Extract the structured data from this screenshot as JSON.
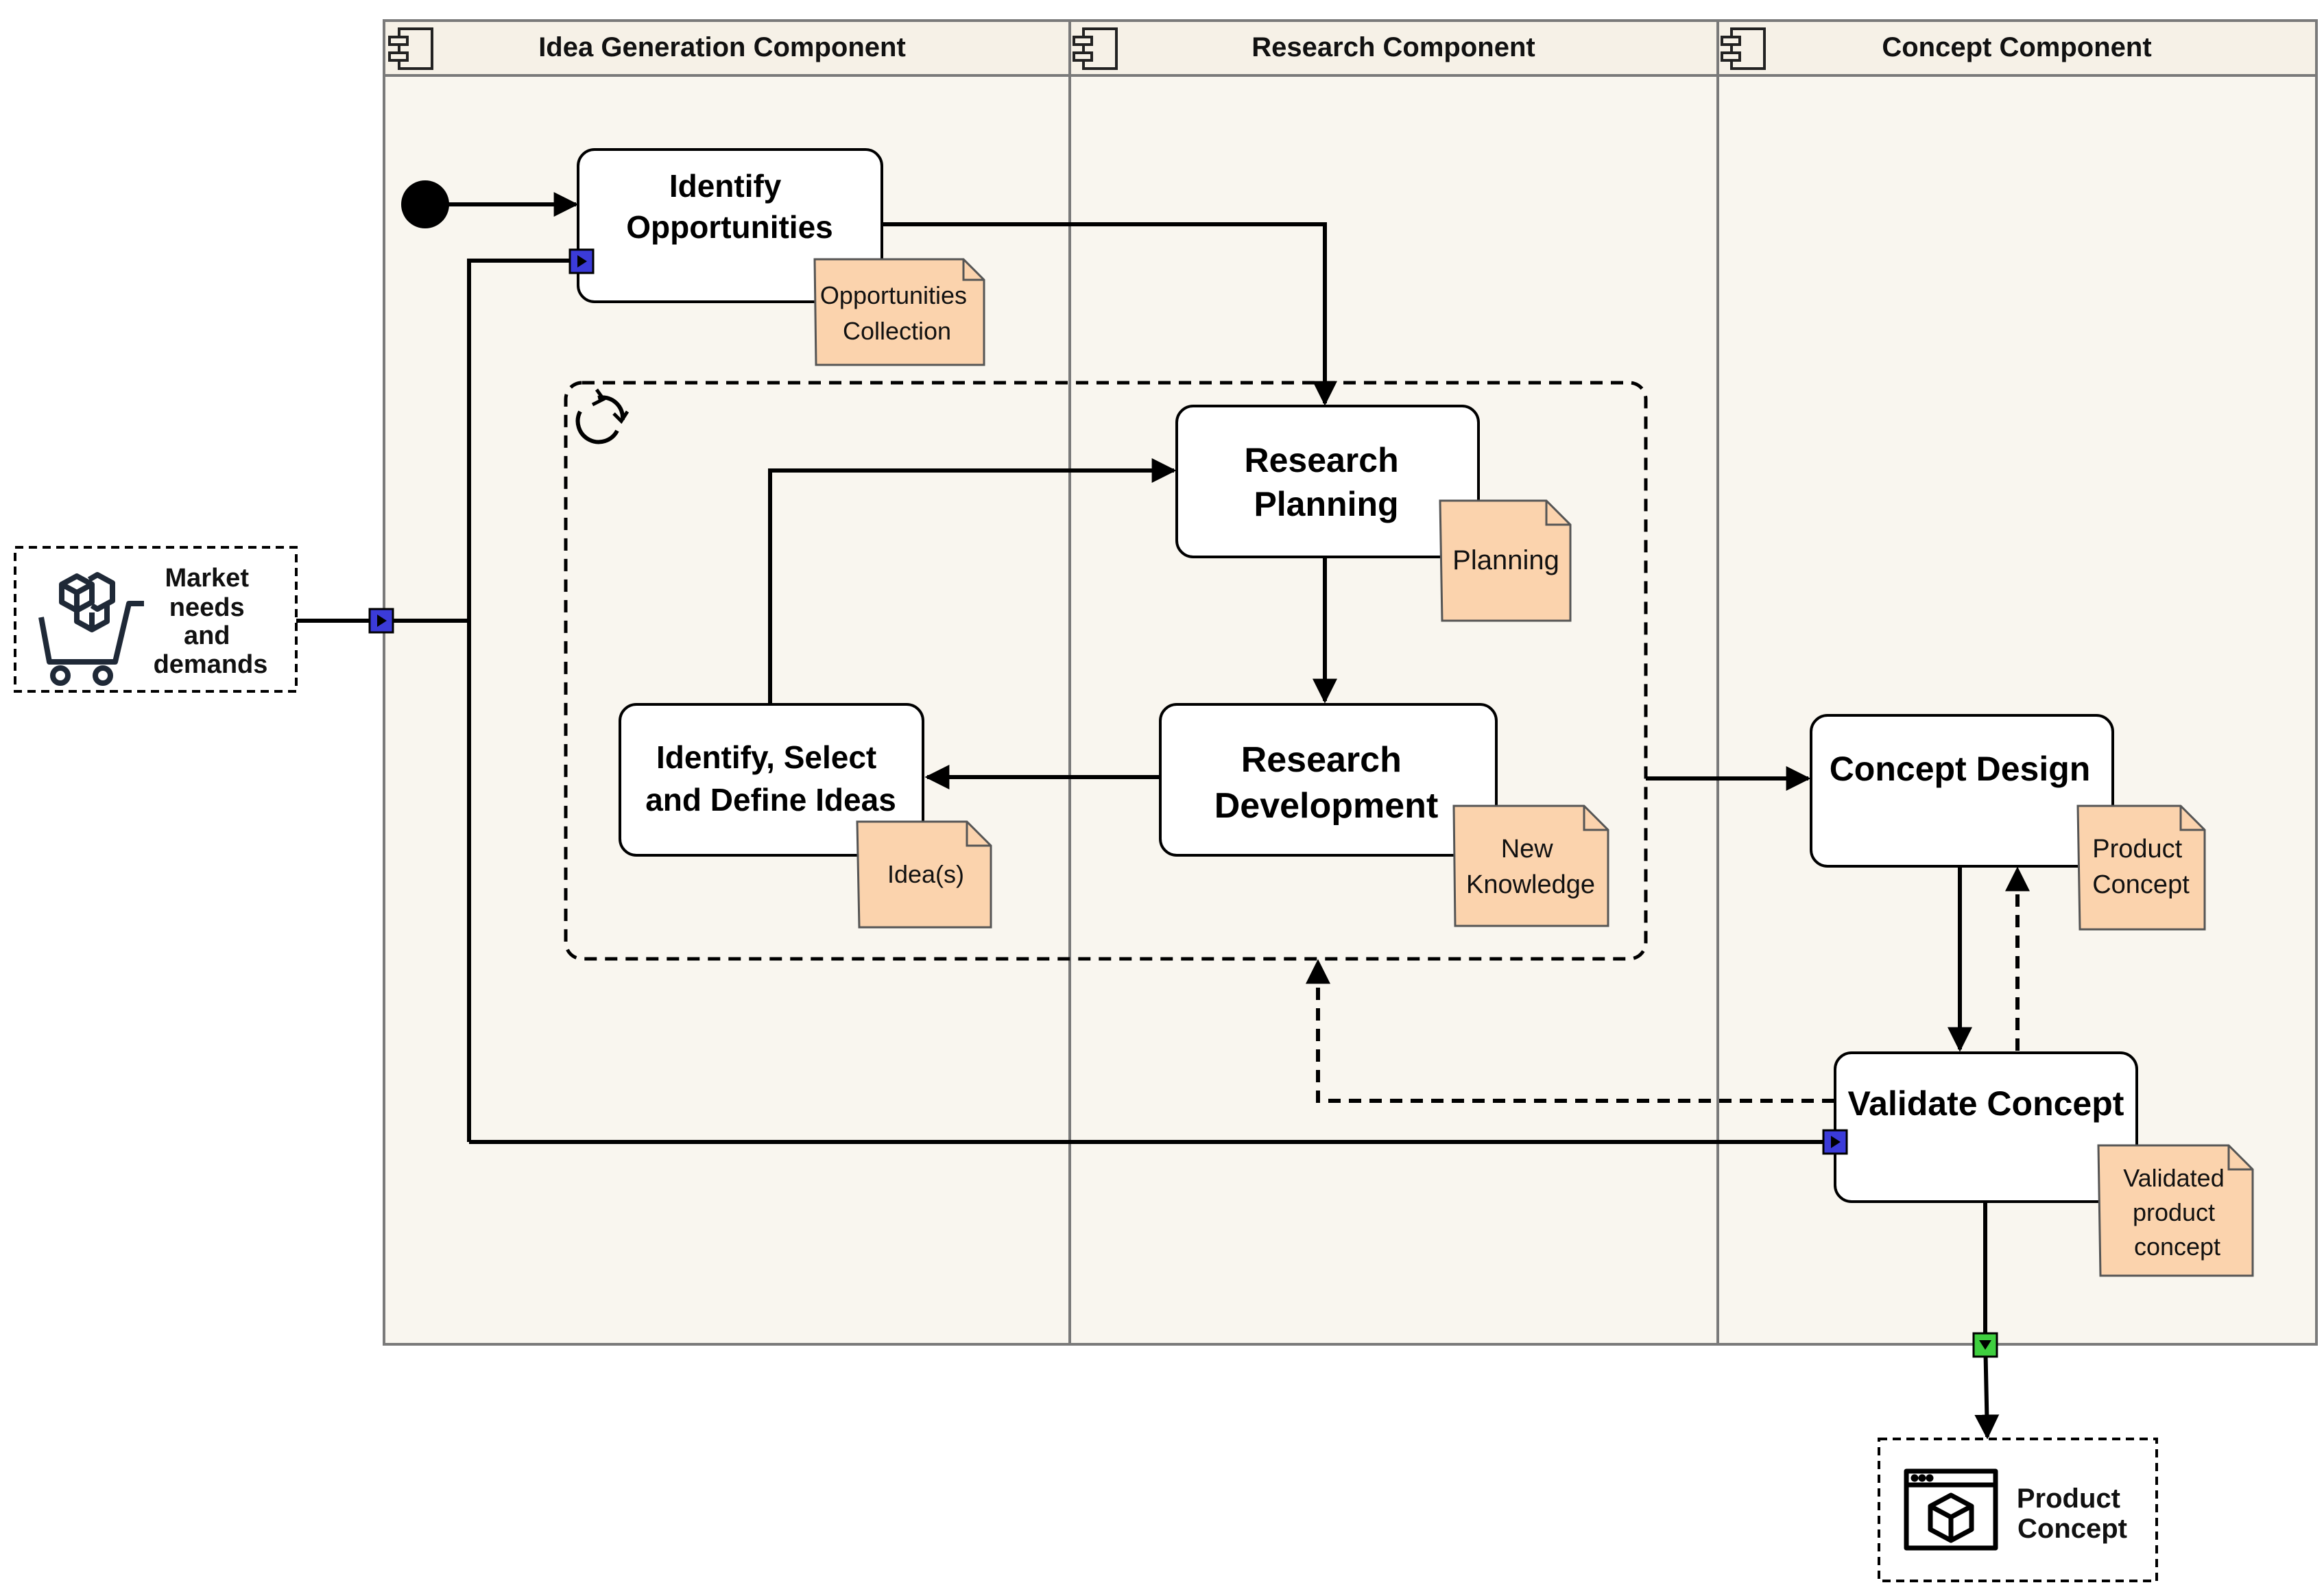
{
  "lanes": [
    {
      "title": "Idea Generation Component"
    },
    {
      "title": "Research Component"
    },
    {
      "title": "Concept Component"
    }
  ],
  "external_input": {
    "label_lines": [
      "Market",
      "needs",
      "and",
      "demands"
    ],
    "icon": "shopping-cart-boxes-icon"
  },
  "external_output": {
    "label_lines": [
      "Product",
      "Concept"
    ],
    "icon": "package-window-icon"
  },
  "activities": {
    "identify_opportunities": {
      "lines": [
        "Identify",
        "Opportunities"
      ]
    },
    "research_planning": {
      "lines": [
        "Research",
        "Planning"
      ]
    },
    "research_development": {
      "lines": [
        "Research",
        "Development"
      ]
    },
    "identify_select_define": {
      "lines": [
        "Identify, Select",
        "and Define Ideas"
      ]
    },
    "concept_design": {
      "lines": [
        "Concept Design"
      ]
    },
    "validate_concept": {
      "lines": [
        "Validate Concept"
      ]
    }
  },
  "notes": {
    "opportunities_collection": {
      "lines": [
        "Opportunities",
        "Collection"
      ]
    },
    "planning": {
      "lines": [
        "Planning"
      ]
    },
    "new_knowledge": {
      "lines": [
        "New",
        "Knowledge"
      ]
    },
    "ideas": {
      "lines": [
        "Idea(s)"
      ]
    },
    "product_concept": {
      "lines": [
        "Product",
        "Concept"
      ]
    },
    "validated_product_concept": {
      "lines": [
        "Validated",
        "product",
        "concept"
      ]
    }
  },
  "colors": {
    "lane_fill": "#f9f6ef",
    "lane_border": "#7a7a7a",
    "note_fill": "#fbd3ad",
    "note_stroke": "#555555",
    "input_pin": "#3b3bd9",
    "output_pin": "#3fcf3f",
    "line": "#000000",
    "icon": "#1f2937"
  }
}
